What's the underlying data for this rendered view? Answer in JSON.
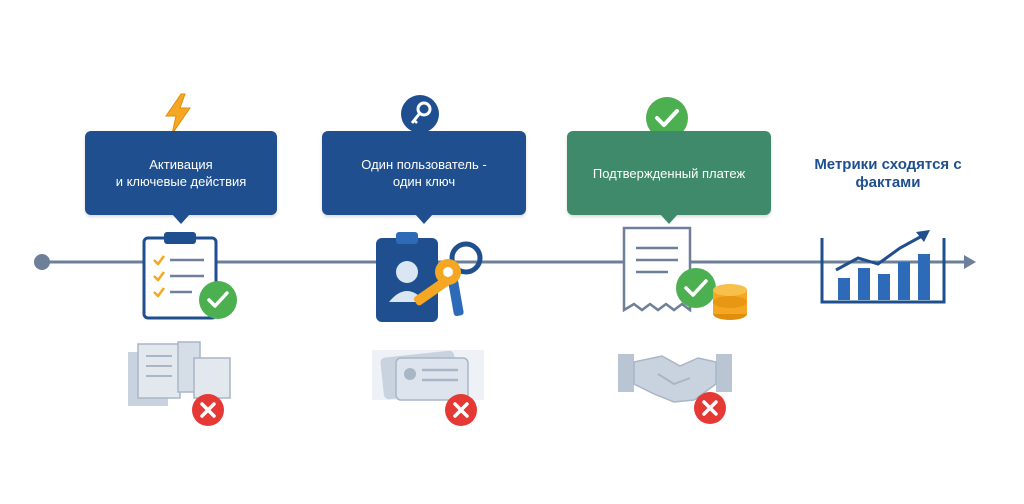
{
  "timeline": {
    "steps": [
      {
        "label": "Активация\nи ключевые действия",
        "icon": "lightning-icon",
        "status": "ok"
      },
      {
        "label": "Один пользователь -\nодин ключ",
        "icon": "key-icon",
        "status": "ok"
      },
      {
        "label": "Подтвержденный платеж",
        "icon": "check-icon",
        "status": "ok"
      }
    ],
    "final_label": "Метрики сходятся с\nфактами",
    "rejected": [
      {
        "icon": "documents-icon",
        "status": "rejected"
      },
      {
        "icon": "cards-icon",
        "status": "rejected"
      },
      {
        "icon": "handshake-icon",
        "status": "rejected"
      }
    ]
  },
  "colors": {
    "primary": "#1f4f8f",
    "success": "#3f8a6a",
    "check": "#4caf50",
    "reject": "#e53935",
    "accent": "#f5a623",
    "timeline": "#6d7f99"
  }
}
